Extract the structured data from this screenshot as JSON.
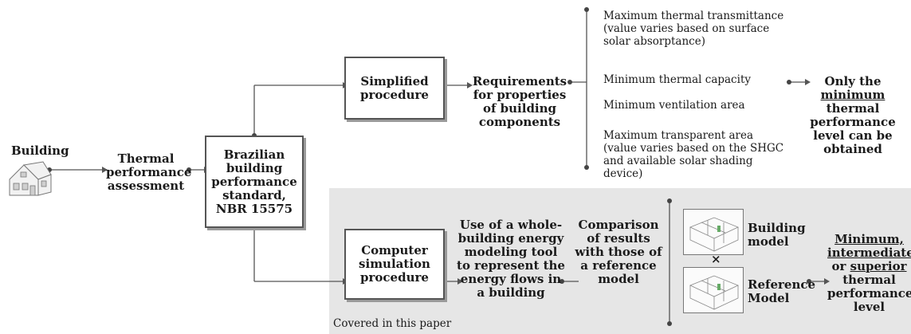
{
  "building": {
    "label": "Building"
  },
  "assessment": {
    "label": "Thermal performance assessment"
  },
  "standard": {
    "label": "Brazilian building performance standard, NBR 15575"
  },
  "simplified": {
    "box": "Simplified procedure",
    "requirements": "Requirements for properties of building components",
    "items": [
      "Maximum thermal transmittance (value varies based on surface solar absorptance)",
      "Minimum thermal capacity",
      "Minimum ventilation area",
      "Maximum transparent area (value varies based on the SHGC and available solar shading device)"
    ],
    "result_pre": "Only the",
    "result_em": "minimum",
    "result_post": "thermal performance level can be obtained"
  },
  "simulation": {
    "box": "Computer simulation procedure",
    "tool": "Use of a whole-building energy modeling tool to represent the energy flows in a building",
    "comparison": "Comparison of results with those of a reference model",
    "building_model": "Building model",
    "times": "×",
    "reference_model": "Reference Model",
    "result_min": "Minimum,",
    "result_int": "intermediate,",
    "result_or": "or",
    "result_sup": "superior",
    "result_post": "thermal performance level"
  },
  "covered_note": "Covered in this paper",
  "icons": [
    "house-icon",
    "building-model-thumbnail",
    "reference-model-thumbnail"
  ]
}
